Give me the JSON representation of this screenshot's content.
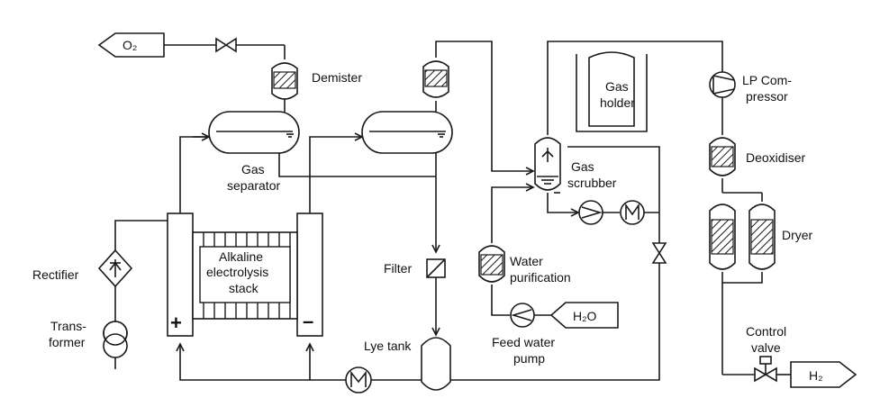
{
  "labels": {
    "o2": "O₂",
    "demister": "Demister",
    "gas_separator_1": "Gas",
    "gas_separator_2": "separator",
    "gas_holder_1": "Gas",
    "gas_holder_2": "holder",
    "lp_compressor_1": "LP Com-",
    "lp_compressor_2": "pressor",
    "deoxidiser": "Deoxidiser",
    "gas_scrubber_1": "Gas",
    "gas_scrubber_2": "scrubber",
    "dryer": "Dryer",
    "rectifier": "Rectifier",
    "stack_1": "Alkaline",
    "stack_2": "electrolysis",
    "stack_3": "stack",
    "plus": "+",
    "minus": "–",
    "filter": "Filter",
    "water_purification_1": "Water",
    "water_purification_2": "purification",
    "transformer_1": "Trans-",
    "transformer_2": "former",
    "h2o": "H₂O",
    "lye_tank": "Lye tank",
    "feed_water_pump_1": "Feed water",
    "feed_water_pump_2": "pump",
    "control_valve_1": "Control",
    "control_valve_2": "valve",
    "h2": "H₂"
  },
  "colors": {
    "line": "#1a1a1a",
    "background": "#ffffff"
  }
}
